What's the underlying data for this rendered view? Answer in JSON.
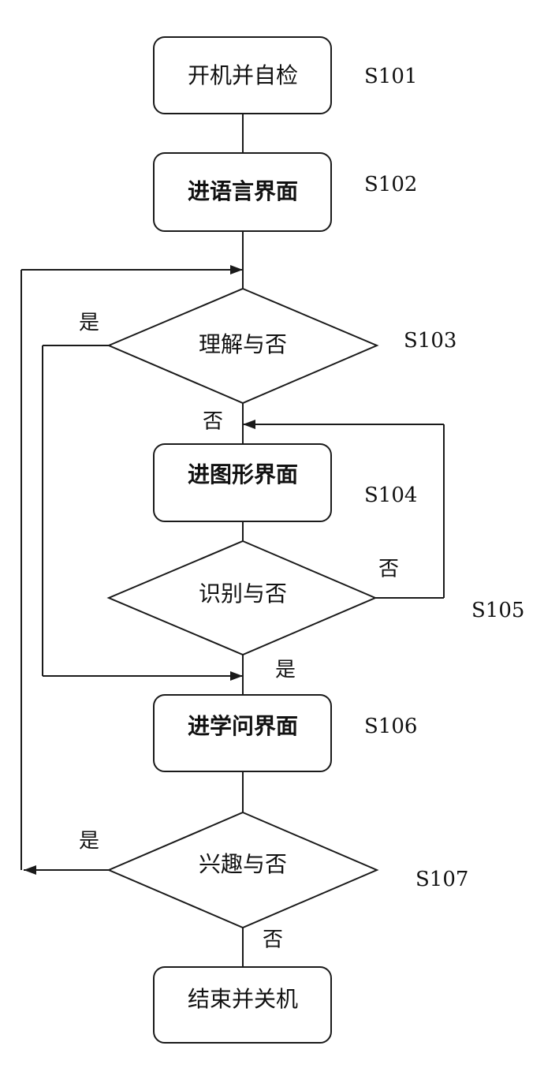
{
  "nodes": {
    "s101": {
      "label": "开机并自检",
      "step": "S101"
    },
    "s102": {
      "label": "进语言界面",
      "step": "S102"
    },
    "s103": {
      "label": "理解与否",
      "step": "S103"
    },
    "s104": {
      "label": "进图形界面",
      "step": "S104"
    },
    "s105": {
      "label": "识别与否",
      "step": "S105"
    },
    "s106": {
      "label": "进学问界面",
      "step": "S106"
    },
    "s107": {
      "label": "兴趣与否",
      "step": "S107"
    },
    "end": {
      "label": "结束并关机"
    }
  },
  "edges": {
    "s103_yes": "是",
    "s103_no": "否",
    "s105_no": "否",
    "s105_yes": "是",
    "s107_yes": "是",
    "s107_no": "否"
  }
}
